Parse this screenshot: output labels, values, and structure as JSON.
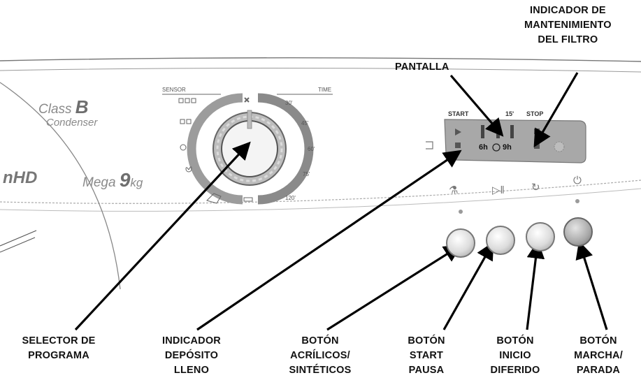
{
  "panel": {
    "class_word": "Class",
    "class_letter": "B",
    "condenser": "Condenser",
    "model_prefix": "nHD",
    "mega_word": "Mega",
    "mega_number": "9",
    "mega_unit": "kg"
  },
  "dial": {
    "sensor_label": "SENSOR",
    "time_label": "TIME",
    "time_marks": [
      "30'",
      "45'",
      "60'",
      "75'",
      "120'"
    ]
  },
  "display": {
    "start_label": "START",
    "mark_15": "15'",
    "stop_label": "STOP",
    "time_left": "6h",
    "time_right": "9h"
  },
  "callouts": {
    "pantalla": "PANTALLA",
    "filtro": [
      "INDICADOR DE",
      "MANTENIMIENTO",
      "DEL FILTRO"
    ],
    "selector": [
      "SELECTOR DE",
      "PROGRAMA"
    ],
    "deposito": [
      "INDICADOR",
      "DEPÓSITO",
      "LLENO"
    ],
    "acrilicos": [
      "BOTÓN",
      "ACRÍLICOS/",
      "SINTÉTICOS"
    ],
    "start": [
      "BOTÓN",
      "START",
      "PAUSA"
    ],
    "diferido": [
      "BOTÓN",
      "INICIO",
      "DIFERIDO"
    ],
    "marcha": [
      "BOTÓN",
      "MARCHA/",
      "PARADA"
    ]
  }
}
